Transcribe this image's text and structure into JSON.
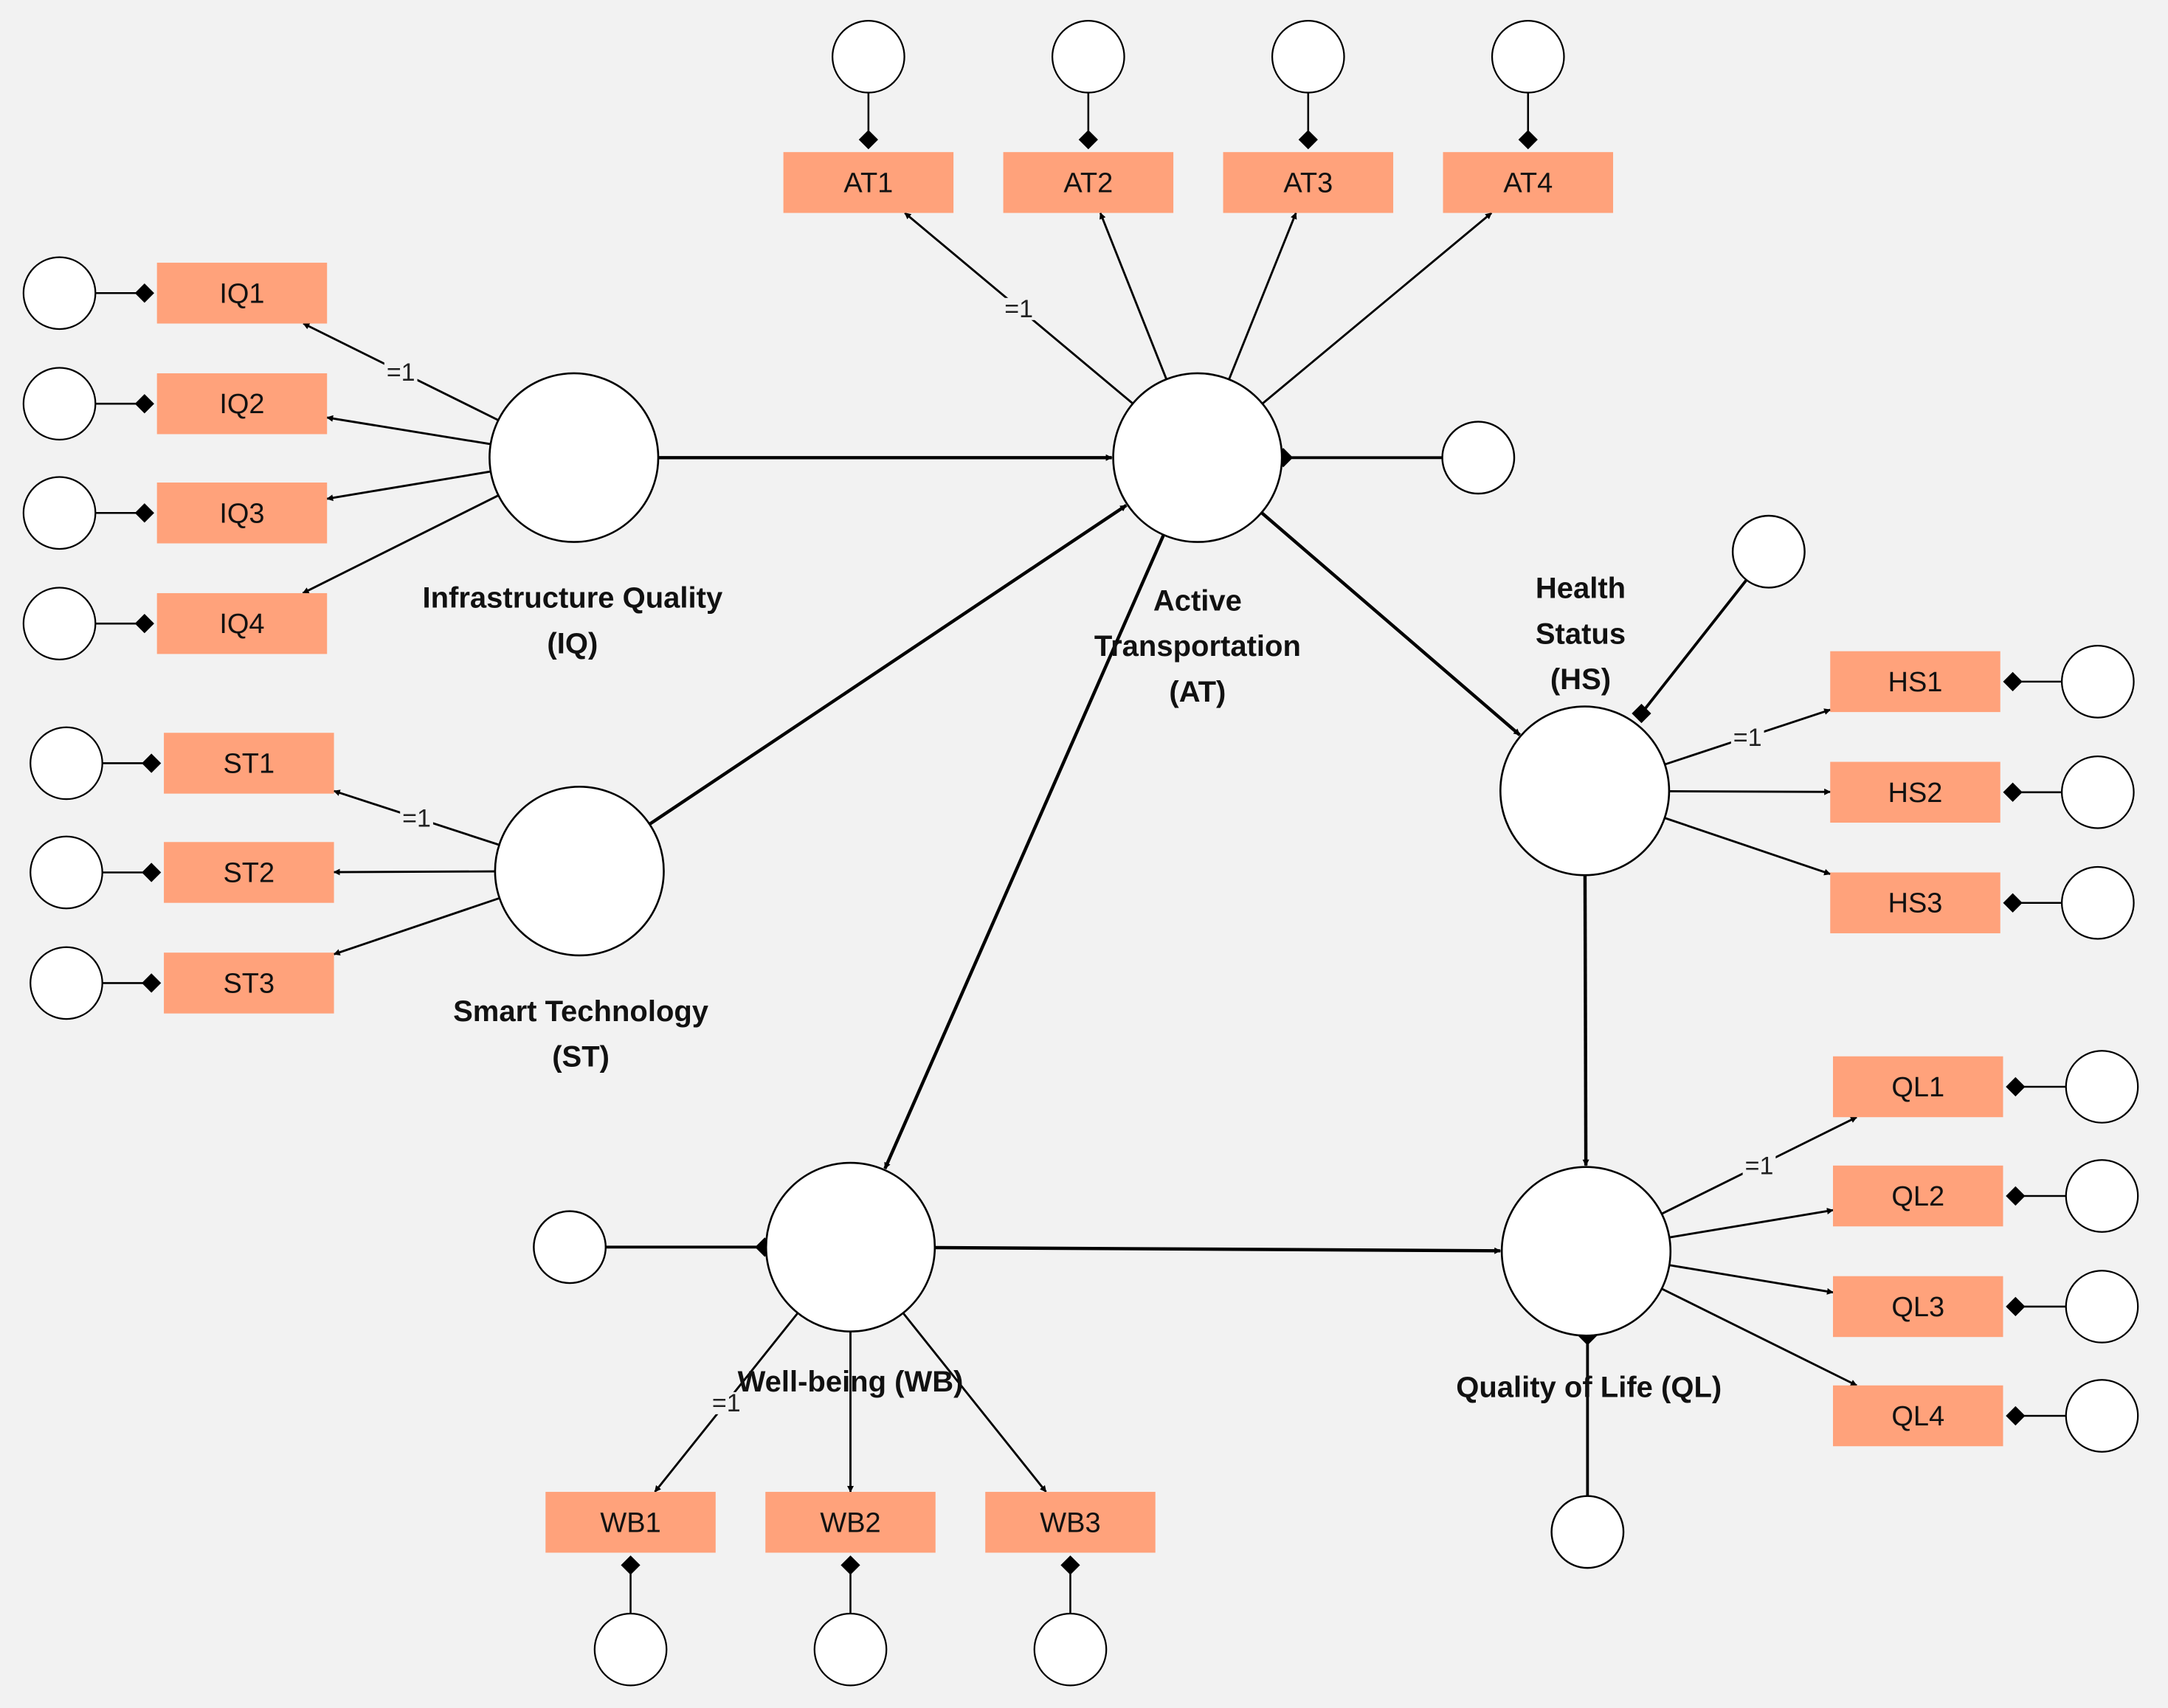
{
  "constructs": [
    {
      "id": "IQ",
      "lines": [
        "Infrastructure Quality",
        "(IQ)"
      ]
    },
    {
      "id": "AT",
      "lines": [
        "Active",
        "Transportation",
        "(AT)"
      ]
    },
    {
      "id": "ST",
      "lines": [
        "Smart Technology",
        "(ST)"
      ]
    },
    {
      "id": "HS",
      "lines": [
        "Health",
        "Status",
        "(HS)"
      ]
    },
    {
      "id": "WB",
      "lines": [
        "Well-being (WB)"
      ]
    },
    {
      "id": "QL",
      "lines": [
        "Quality of Life (QL)"
      ]
    }
  ],
  "indicators": {
    "IQ": [
      "IQ1",
      "IQ2",
      "IQ3",
      "IQ4"
    ],
    "AT": [
      "AT1",
      "AT2",
      "AT3",
      "AT4"
    ],
    "ST": [
      "ST1",
      "ST2",
      "ST3"
    ],
    "HS": [
      "HS1",
      "HS2",
      "HS3"
    ],
    "WB": [
      "WB1",
      "WB2",
      "WB3"
    ],
    "QL": [
      "QL1",
      "QL2",
      "QL3",
      "QL4"
    ]
  },
  "fixed_loading_label": "=1",
  "structural_paths": [
    {
      "from": "IQ",
      "to": "AT"
    },
    {
      "from": "ST",
      "to": "AT"
    },
    {
      "from": "AT",
      "to": "HS"
    },
    {
      "from": "AT",
      "to": "WB"
    },
    {
      "from": "HS",
      "to": "QL"
    },
    {
      "from": "WB",
      "to": "QL"
    }
  ],
  "colors": {
    "indicator_fill": "#ffa27b",
    "background": "#f2f2f2",
    "stroke": "#000000"
  }
}
